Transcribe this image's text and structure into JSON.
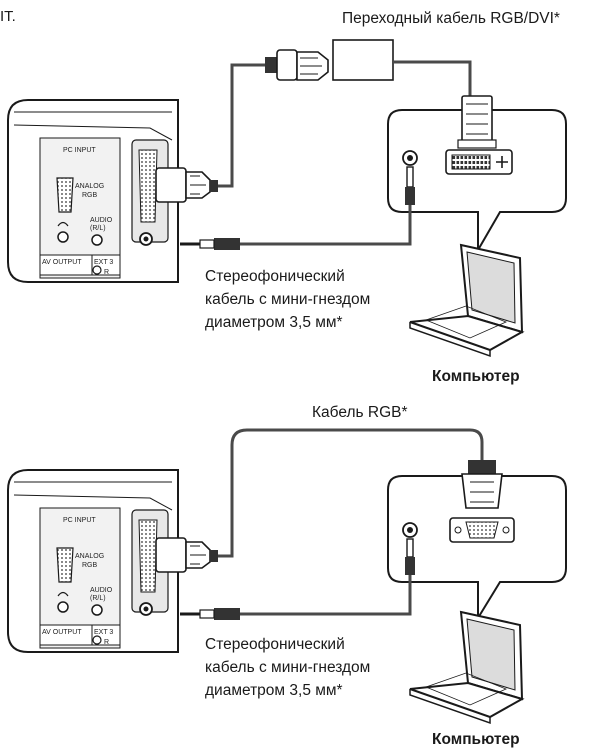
{
  "header_fragment": "IT.",
  "top": {
    "adapter_label": "Переходный кабель RGB/DVI*",
    "audio_cable_lines": [
      "Стереофонический",
      "кабель с мини-гнездом",
      "диаметром 3,5 мм*"
    ],
    "computer_label": "Компьютер"
  },
  "bottom": {
    "rgb_cable_label": "Кабель RGB*",
    "audio_cable_lines": [
      "Стереофонический",
      "кабель с мини-гнездом",
      "диаметром 3,5 мм*"
    ],
    "computer_label": "Компьютер"
  },
  "panel": {
    "pc_input": "PC INPUT",
    "analog": "ANALOG",
    "rgb": "RGB",
    "audio": "AUDIO",
    "rl": "(R/L)",
    "av_output": "AV OUTPUT",
    "ext3": "EXT 3",
    "r": "R"
  },
  "colors": {
    "line": "#1a1a1a",
    "cable": "#4a4a4a",
    "panel_fill": "#e8e8e8"
  }
}
